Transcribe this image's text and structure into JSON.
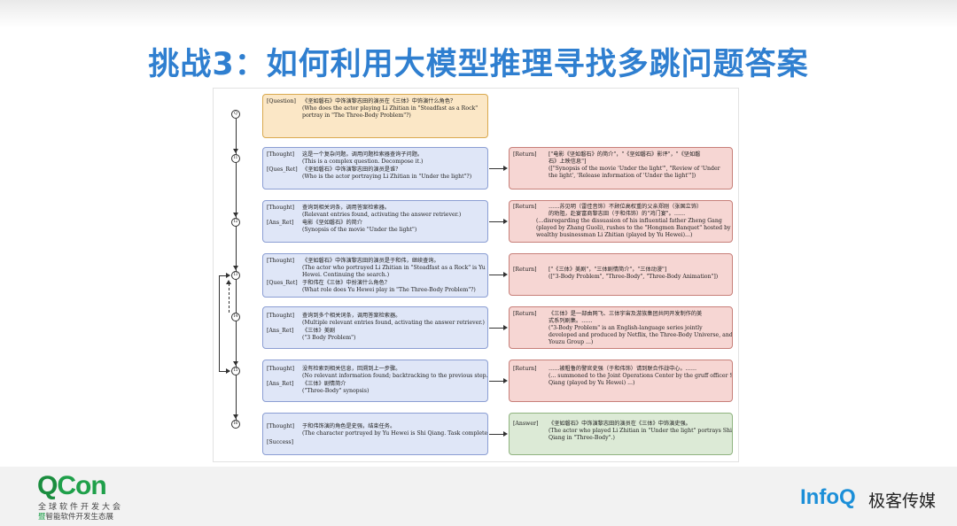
{
  "slide": {
    "title": "挑战3：如何利用大模型推理寻找多跳问题答案"
  },
  "diagram": {
    "nodes": [
      "Q",
      "I1",
      "I2",
      "I3",
      "I4",
      "I5",
      "I6"
    ],
    "question": {
      "tag": "[Question]",
      "lines": [
        "《坚如磐石》中饰演黎志田的演员在《三体》中饰演什么角色？",
        "(Who does the actor playing Li Zhitian in \"Steadfast as a Rock\"",
        "portray in \"The Three-Body Problem\"?)"
      ]
    },
    "steps": [
      {
        "tag1": "[Thought]",
        "tag2": "[Ques_Ret]",
        "lines": [
          "这是一个复杂问题。调用问题检索器查询子问题。",
          "(This is a complex question. Decompose it.)",
          "《坚如磐石》中饰演黎志田的演员是谁？",
          "(Who is the actor portraying Li Zhitian in \"Under the light\"?)"
        ],
        "ret_tag": "[Return]",
        "ret_lines": [
          "[\"电影《坚如磐石》的简介\"，\"《坚如磐石》影评\"，\"《坚如磐",
          "石》上映信息\"]",
          "([\"Synopsis of the movie 'Under the light'\", \"Review of 'Under",
          "the light', 'Release information of 'Under the light'\"])"
        ]
      },
      {
        "tag1": "[Thought]",
        "tag2": "[Ans_Ret]",
        "lines": [
          "查询到相关词条，调用答案检索器。",
          "(Relevant entries found, activating the answer retriever.)",
          "电影《坚如磐石》的简介",
          "(Synopsis of the movie \"Under the light\")"
        ],
        "ret_tag": "[Return]",
        "ret_lines": [
          "……苏见明（雷佳音饰）不顾位高权重的父亲郑刚（张国立饰）",
          "的劝阻，赴宴富商黎志田（于和伟饰）的\"鸿门宴\"。……",
          "(...disregarding the dissuasion of his influential father Zheng Gang",
          "(played by Zhang Guoli), rushes to the \"Hongmen Banquet\" hosted by",
          "wealthy businessman Li Zhitian (played by Yu Hewei)...)"
        ]
      },
      {
        "tag1": "[Thought]",
        "tag2": "[Ques_Ret]",
        "lines": [
          "《坚如磐石》中饰演黎志田的演员是于和伟，继续查询。",
          "(The actor who portrayed Li Zhitian in \"Steadfast as a Rock\" is Yu",
          "Hewei. Continuing the search.)",
          "于和伟在《三体》中扮演什么角色？",
          "(What role does Yu Hewei play in \"The Three-Body Problem\"?)"
        ],
        "ret_tag": "[Return]",
        "ret_lines": [
          "[\"《三体》美剧\"，\"三体剧情简介\"，\"三体动漫\"]",
          "([\"3-Body Problem\", \"Three-Body\", \"Three-Body Animation\"])"
        ]
      },
      {
        "tag1": "[Thought]",
        "tag2": "[Ans_Ret]",
        "lines": [
          "查询到多个相关词条，调用答案检索器。",
          "(Multiple relevant entries found, activating the answer retriever.)",
          "《三体》美剧",
          "(\"3 Body Problem\")"
        ],
        "ret_tag": "[Return]",
        "ret_lines": [
          "《三体》是一部由网飞、三体宇宙及游族集团共同开发制作的美",
          "式系列剧集。……",
          "(\"3-Body Problem\" is an English-language series jointly",
          "developed and produced by Netflix, the Three-Body Universe, and",
          "Youzu Group ...)"
        ]
      },
      {
        "tag1": "[Thought]",
        "tag2": "[Ans_Ret]",
        "lines": [
          "没有检索到相关信息，回溯到上一步骤。",
          "(No relevant information found; backtracking to the previous step.)",
          "《三体》剧情简介",
          "(\"Three-Body\" synopsis)"
        ],
        "ret_tag": "[Return]",
        "ret_lines": [
          "……被粗鲁的警官史强（于和伟饰）请到联合作战中心。……",
          "(... summoned to the Joint Operations Center by the gruff officer Shi",
          "Qiang (played by Yu Hewei) ...)"
        ]
      },
      {
        "tag1": "[Thought]",
        "tag2": "[Success]",
        "lines": [
          "于和伟饰演的角色是史强，结束任务。",
          "(The character portrayed by Yu Hewei is Shi Qiang. Task complete.)"
        ],
        "ret_tag": "[Answer]",
        "ret_lines": [
          "《坚如磐石》中饰演黎志田的演员在《三体》中饰演史强。",
          "(The actor who played Li Zhitian in \"Under the light\" portrays Shi",
          "Qiang in \"Three-Body\".)"
        ]
      }
    ]
  },
  "footer": {
    "qcon_logo_q": "Q",
    "qcon_logo_rest": "Con",
    "qcon_sub1": "全球软件开发大会",
    "qcon_sub2_mark": "暨",
    "qcon_sub2_rest": "智能软件开发生态展",
    "infoq_logo": "InfoQ",
    "infoq_cn": "极客传媒"
  },
  "colors": {
    "title": "#2f7fd0",
    "question_box": "#fbe7c6",
    "thought_box": "#dfe6f7",
    "return_box": "#f6d6d3",
    "answer_box": "#dcead6",
    "qcon_green": "#1fa04a",
    "infoq_blue": "#1c8fd8"
  }
}
